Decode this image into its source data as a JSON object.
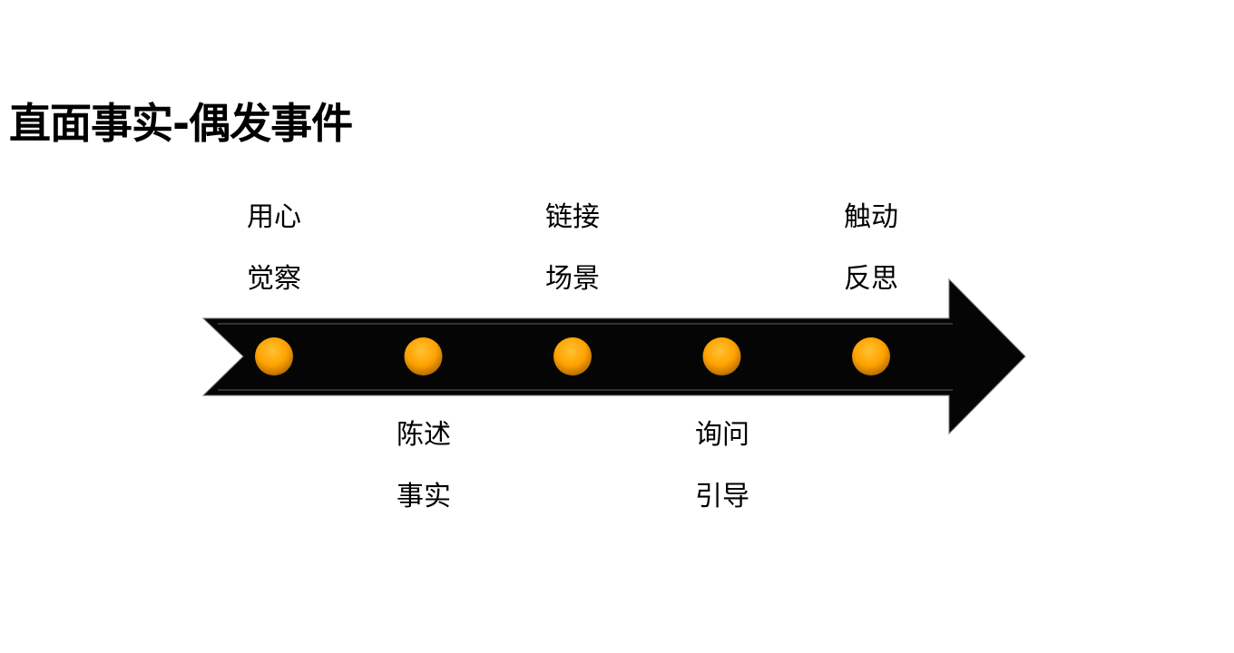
{
  "title": "直面事实-偶发事件",
  "steps": [
    {
      "line1": "用心",
      "line2": "觉察",
      "position": "above"
    },
    {
      "line1": "陈述",
      "line2": "事实",
      "position": "below"
    },
    {
      "line1": "链接",
      "line2": "场景",
      "position": "above"
    },
    {
      "line1": "询问",
      "line2": "引导",
      "position": "below"
    },
    {
      "line1": "触动",
      "line2": "反思",
      "position": "above"
    }
  ],
  "colors": {
    "arrow": "#050505",
    "dot": "#FFA500"
  }
}
